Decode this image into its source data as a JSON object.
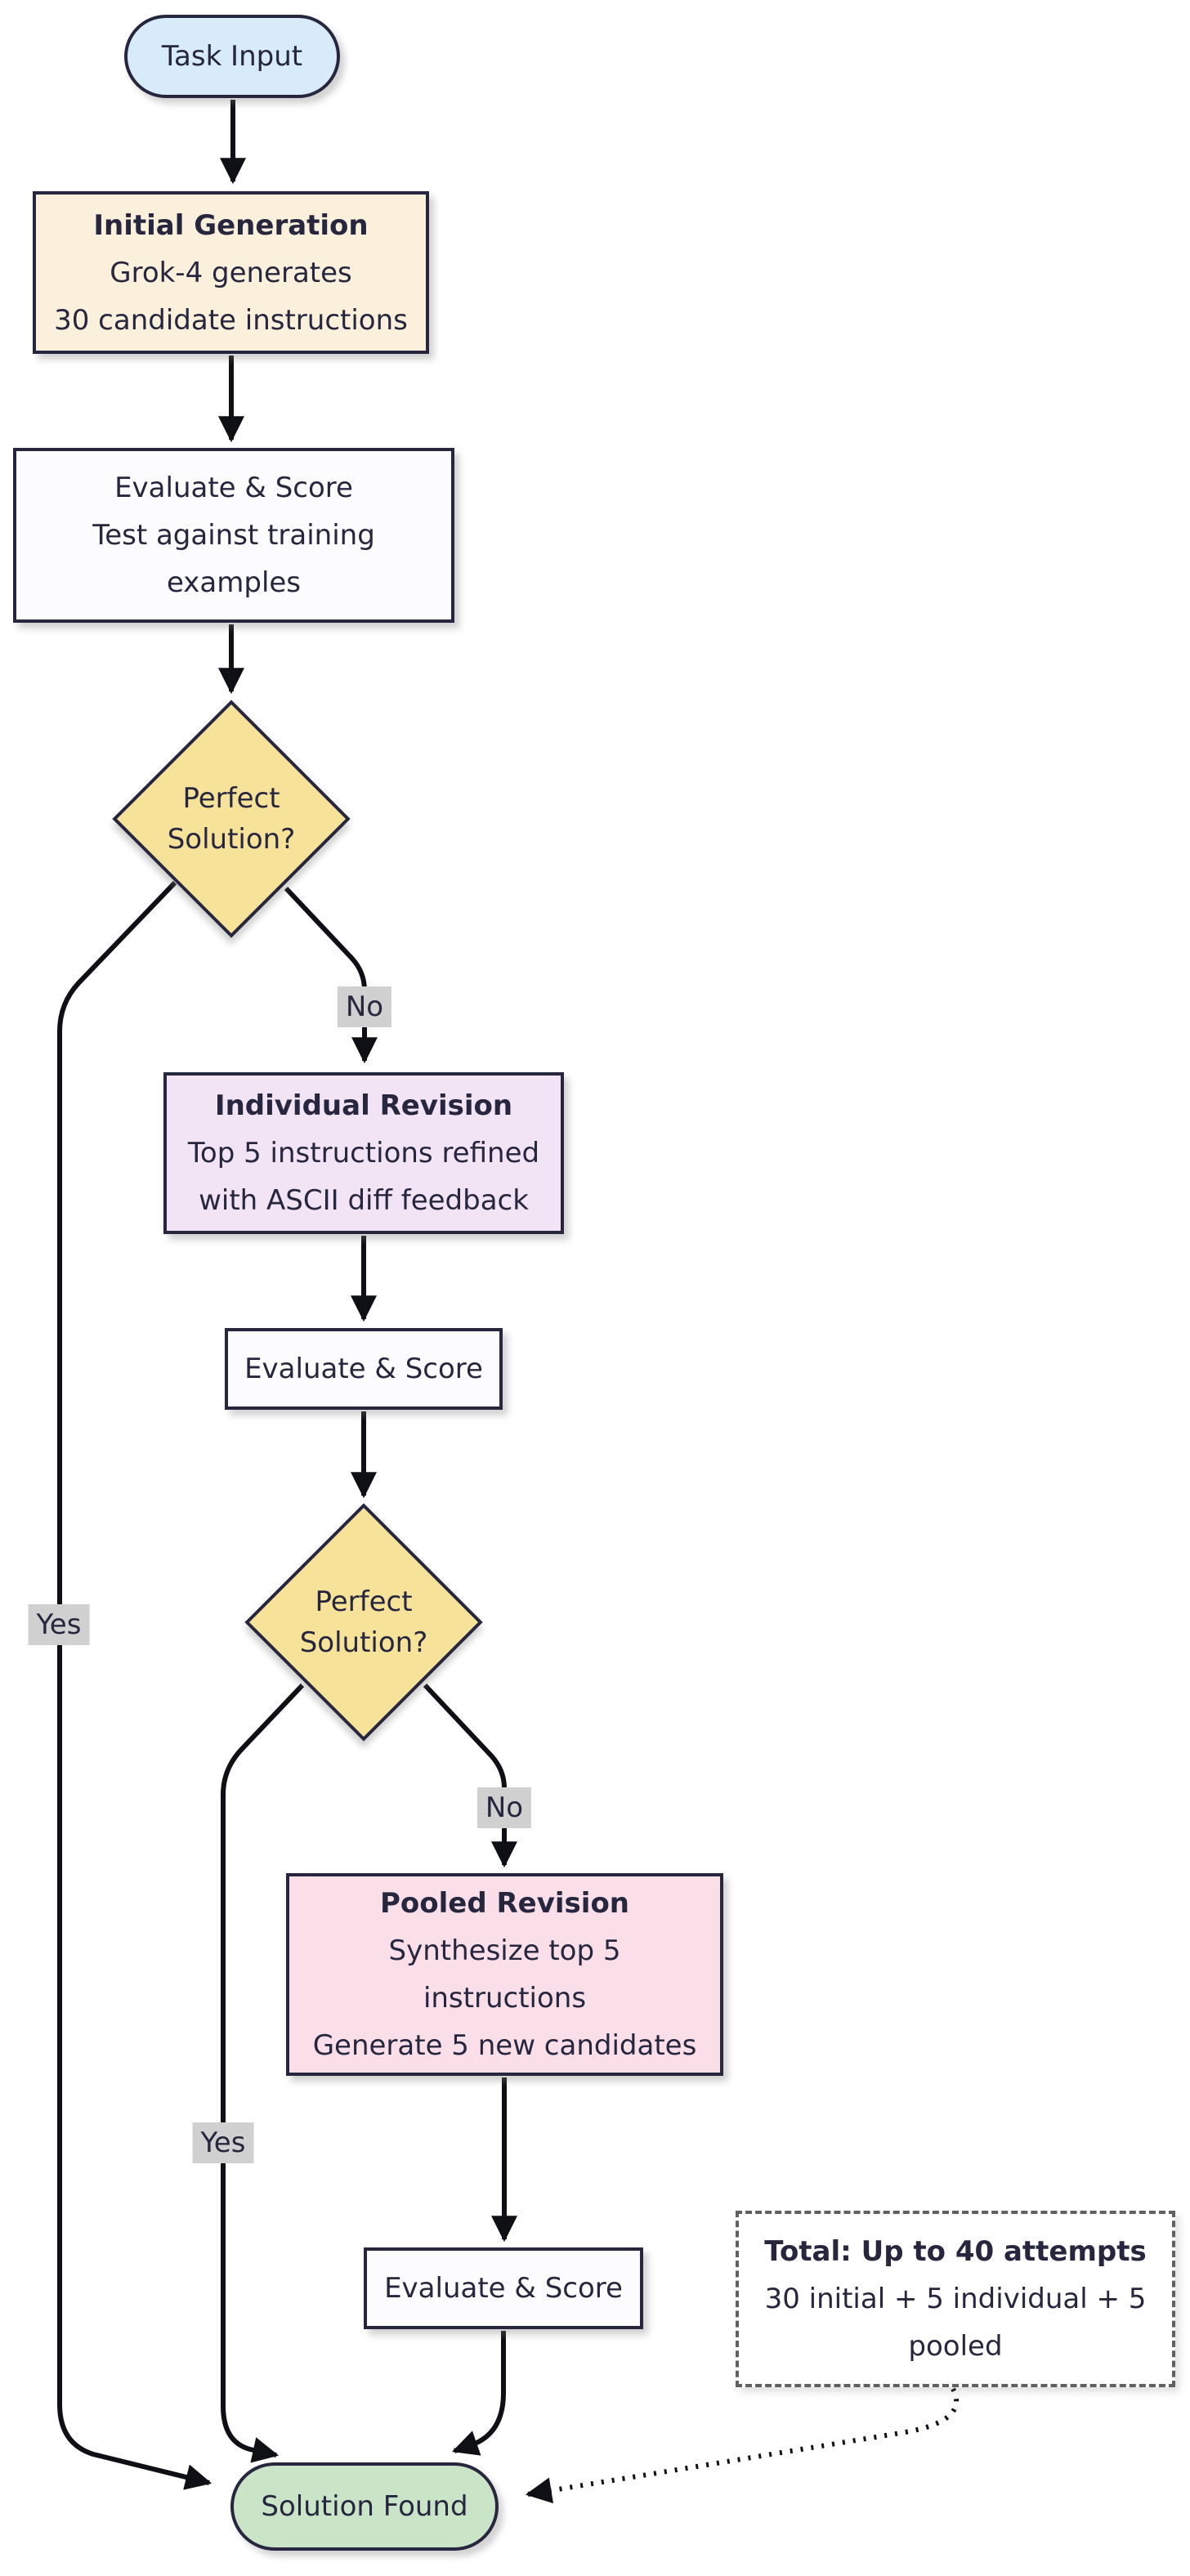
{
  "colors": {
    "node_border": "#26263f",
    "text": "#26263f",
    "arrow": "#0f0f16",
    "task_input_fill": "#d8ebf9",
    "initial_generation_fill": "#fbf0db",
    "process_fill": "#fcfcfe",
    "decision_fill": "#f7e29a",
    "individual_revision_fill": "#f2e4f4",
    "pooled_revision_fill": "#fadfe9",
    "solution_found_fill": "#cae4c8",
    "edge_label_bg": "#d0d0d0",
    "note_border": "#606060"
  },
  "nodes": {
    "task_input": {
      "label": "Task Input"
    },
    "initial_generation": {
      "title": "Initial Generation",
      "line1": "Grok-4 generates",
      "line2": "30 candidate instructions"
    },
    "evaluate_score_1": {
      "line1": "Evaluate & Score",
      "line2": "Test against training",
      "line3": "examples"
    },
    "decision_1": {
      "line1": "Perfect",
      "line2": "Solution?"
    },
    "individual_revision": {
      "title": "Individual Revision",
      "line1": "Top 5 instructions refined",
      "line2": "with ASCII diff feedback"
    },
    "evaluate_score_2": {
      "label": "Evaluate & Score"
    },
    "decision_2": {
      "line1": "Perfect",
      "line2": "Solution?"
    },
    "pooled_revision": {
      "title": "Pooled Revision",
      "line1": "Synthesize top 5",
      "line2": "instructions",
      "line3": "Generate 5 new candidates"
    },
    "evaluate_score_3": {
      "label": "Evaluate & Score"
    },
    "solution_found": {
      "label": "Solution Found"
    },
    "total_note": {
      "title": "Total: Up to 40 attempts",
      "line1": "30 initial + 5 individual + 5",
      "line2": "pooled"
    }
  },
  "edge_labels": {
    "decision1_no": "No",
    "decision1_yes": "Yes",
    "decision2_no": "No",
    "decision2_yes": "Yes"
  }
}
